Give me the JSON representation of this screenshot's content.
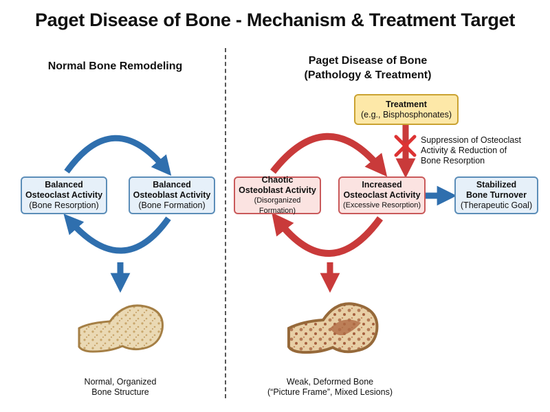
{
  "title": "Paget Disease of Bone - Mechanism & Treatment Target",
  "left": {
    "heading": "Normal Bone Remodeling",
    "box_osteoclast": {
      "line1": "Balanced",
      "line2": "Osteoclast Activity",
      "line3": "(Bone Resorption)"
    },
    "box_osteoblast": {
      "line1": "Balanced",
      "line2": "Osteoblast Activity",
      "line3": "(Bone Formation)"
    },
    "caption_line1": "Normal, Organized",
    "caption_line2": "Bone Structure"
  },
  "right": {
    "heading_line1": "Paget Disease of Bone",
    "heading_line2": "(Pathology & Treatment)",
    "treatment": {
      "line1": "Treatment",
      "line2": "(e.g., Bisphosphonates)"
    },
    "suppression_line1": "Suppression of Osteoclast",
    "suppression_line2": "Activity & Reduction of",
    "suppression_line3": "Bone Resorption",
    "box_osteoblast": {
      "line1": "Chaotic",
      "line2": "Osteoblast Activity",
      "line3": "(Disorganized Formation)"
    },
    "box_osteoclast": {
      "line1": "Increased",
      "line2": "Osteoclast Activity",
      "line3": "(Excessive Resorption)"
    },
    "box_goal": {
      "line1": "Stabilized",
      "line2": "Bone Turnover",
      "line3": "(Therapeutic Goal)"
    },
    "caption_line1": "Weak, Deformed Bone",
    "caption_line2": "(“Picture Frame”, Mixed Lesions)"
  },
  "colors": {
    "blue_arrow": "#2f6fae",
    "red_arrow": "#c93a3a",
    "bone_tan": "#e6d3aa",
    "bone_dark": "#b88a4e"
  }
}
